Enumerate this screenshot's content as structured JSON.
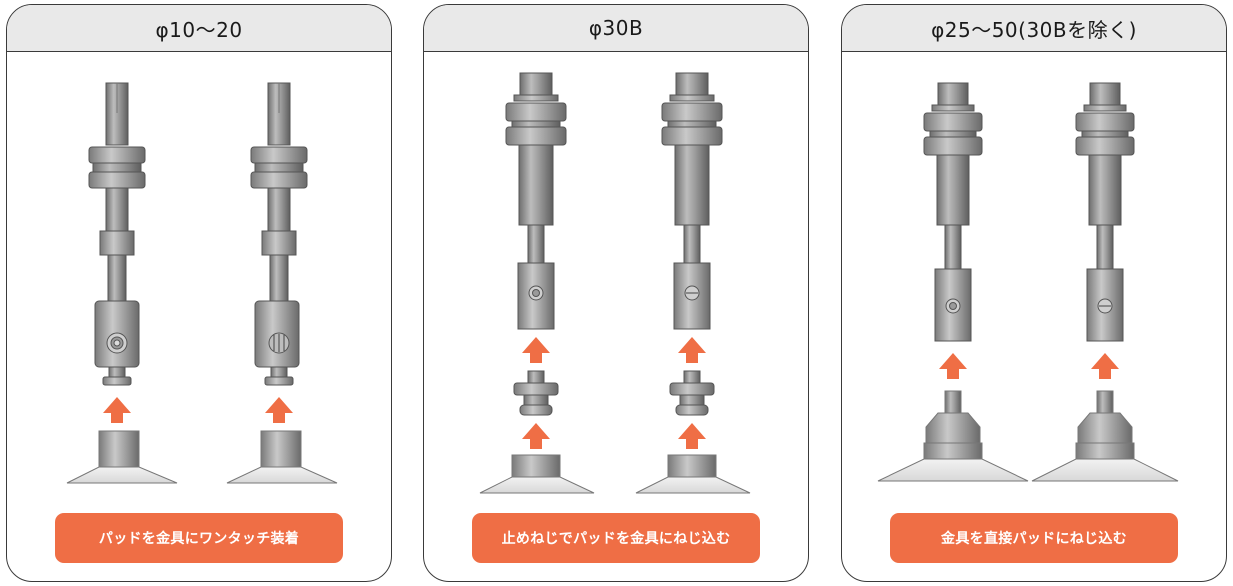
{
  "panels": [
    {
      "title": "φ10〜20",
      "caption": "パッドを金具にワンタッチ装着"
    },
    {
      "title": "φ30B",
      "caption": "止めねじでパッドを金具にねじ込む"
    },
    {
      "title": "φ25〜50(30Bを除く)",
      "caption": "金具を直接パッドにねじ込む"
    }
  ],
  "colors": {
    "arrow": "#ef6e45",
    "caption_bg": "#ef6e45",
    "header_bg": "#e9e9e9",
    "metal": "#8a8a8a",
    "border": "#3a3a3a"
  }
}
